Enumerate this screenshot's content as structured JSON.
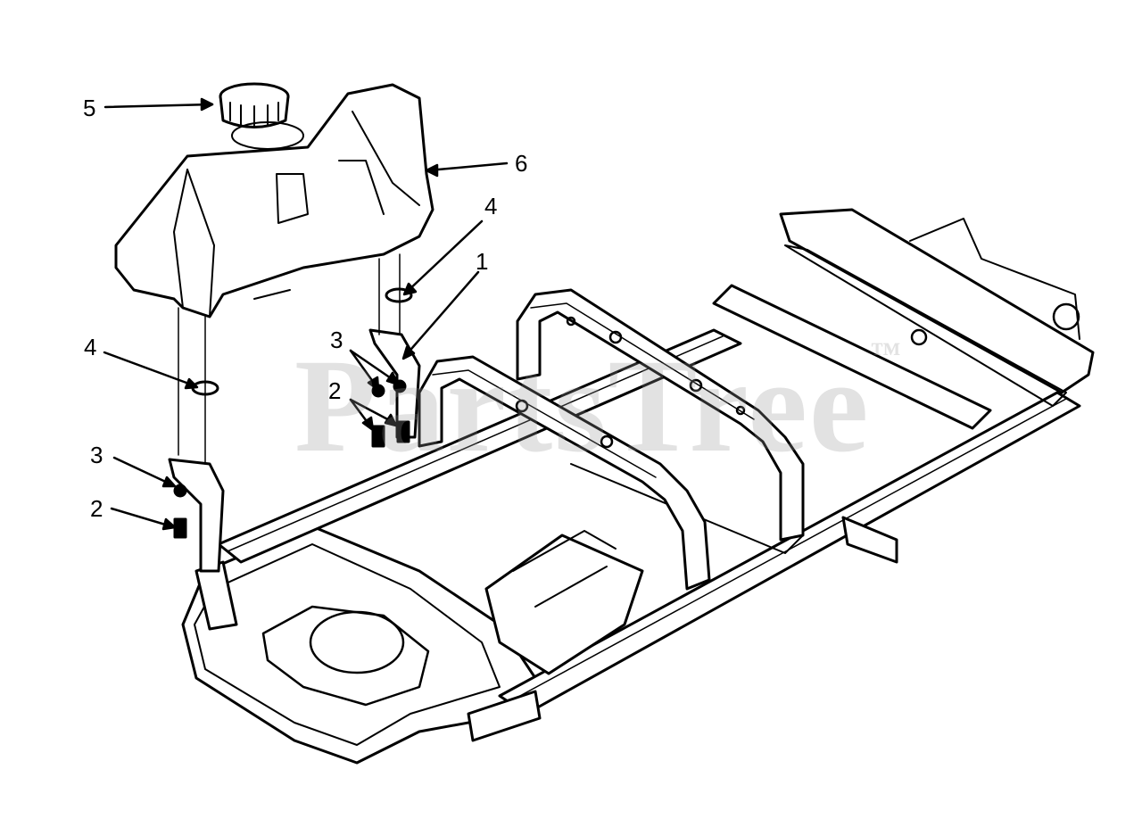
{
  "diagram": {
    "watermark": {
      "text": "PartsTree",
      "trademark": "™"
    },
    "callouts": {
      "fuel_cap": "5",
      "fuel_tank": "6",
      "washer_right": "4",
      "bracket_right": "1",
      "lockwasher_right": "3",
      "bolt_right": "2",
      "washer_left": "4",
      "lockwasher_left": "3",
      "bolt_left": "2"
    }
  }
}
